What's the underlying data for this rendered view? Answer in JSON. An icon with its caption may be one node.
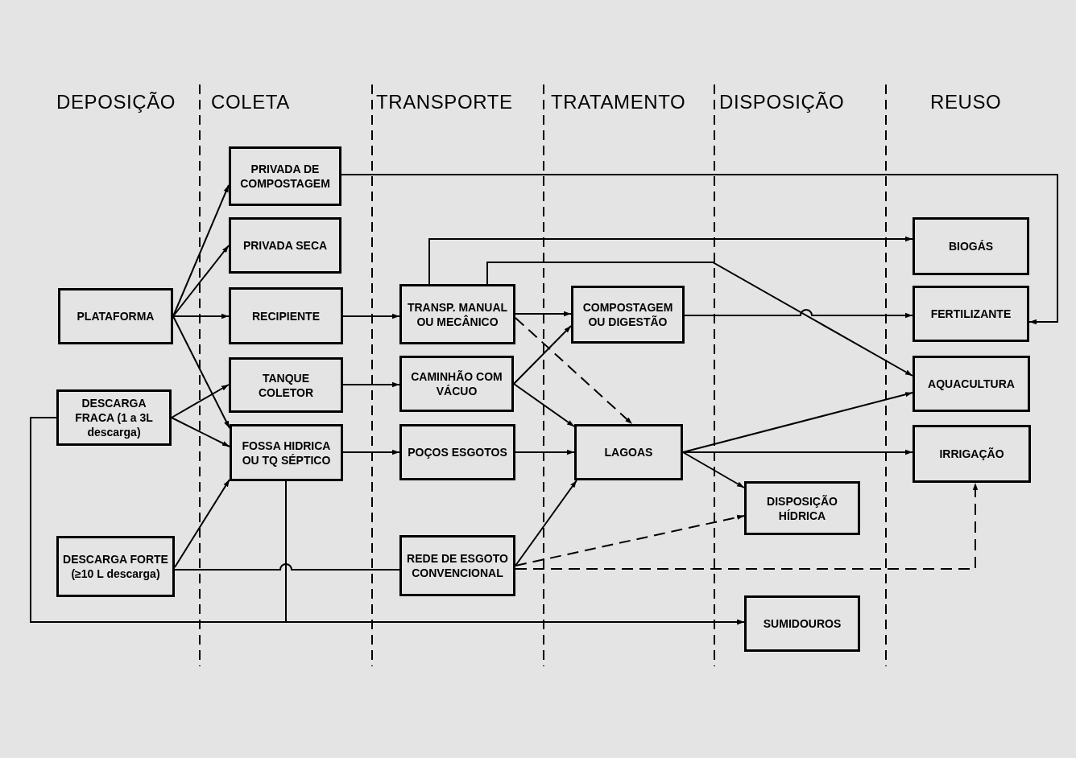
{
  "diagram": {
    "nodes": [
      {
        "text": [
          "PLATAFORMA"
        ]
      },
      {
        "text": [
          "DESCARGA FRACA (1 a 3L descarga)"
        ]
      },
      {
        "text": [
          "DESCARGA FORTE (≥10 L descarga)"
        ]
      },
      {
        "text": [
          "PRIVADA DE COMPOSTAGEM"
        ]
      },
      {
        "text": [
          "PRIVADA SECA"
        ]
      },
      {
        "text": [
          "RECIPIENTE"
        ]
      },
      {
        "text": [
          "TANQUE COLETOR"
        ]
      },
      {
        "text": [
          "FOSSA HIDRICA OU TQ SÉPTICO"
        ]
      },
      {
        "text": [
          "TRANSP. MANUAL OU MECÂNICO"
        ]
      },
      {
        "text": [
          "CAMINHÃO COM VÁCUO"
        ]
      },
      {
        "text": [
          "POÇOS ESGOTOS"
        ]
      },
      {
        "text": [
          "REDE DE ESGOTO CONVENCIONAL"
        ]
      },
      {
        "text": [
          "COMPOSTAGEM OU DIGESTÃO"
        ]
      },
      {
        "text": [
          "LAGOAS"
        ]
      },
      {
        "text": [
          "DISPOSIÇÃO HÍDRICA"
        ]
      },
      {
        "text": [
          "SUMIDOUROS"
        ]
      },
      {
        "text": [
          "BIOGÁS"
        ]
      },
      {
        "text": [
          "FERTILIZANTE"
        ]
      },
      {
        "text": [
          "AQUACULTURA"
        ]
      },
      {
        "text": [
          "IRRIGAÇÃO"
        ]
      }
    ],
    "edges": [
      {
        "from": 0,
        "to": 3,
        "arrow": "to"
      },
      {
        "from": 0,
        "to": 4,
        "arrow": "to"
      },
      {
        "from": 0,
        "to": 5,
        "arrow": "to"
      },
      {
        "from": 0,
        "to": 7,
        "arrow": "to"
      },
      {
        "from": 1,
        "to": 6,
        "arrow": "to"
      },
      {
        "from": 1,
        "to": 7,
        "arrow": "to"
      },
      {
        "from": 1,
        "to": 15,
        "arrow": "to"
      },
      {
        "from": 2,
        "to": 7,
        "arrow": "to"
      },
      {
        "from": 2,
        "to": 11,
        "arrow": "none"
      },
      {
        "from": 7,
        "to": 15,
        "arrow": "to"
      },
      {
        "from": 3,
        "to": 17,
        "arrow": "to"
      },
      {
        "from": 5,
        "to": 8,
        "arrow": "to"
      },
      {
        "from": 6,
        "to": 9,
        "arrow": "to"
      },
      {
        "from": 7,
        "to": 10,
        "arrow": "to"
      },
      {
        "from": 8,
        "to": 12,
        "arrow": "to"
      },
      {
        "from": 8,
        "to": 13,
        "arrow": "to",
        "style": "dashed"
      },
      {
        "from": 8,
        "to": 16,
        "arrow": "to"
      },
      {
        "from": 8,
        "to": 18,
        "arrow": "to"
      },
      {
        "from": 9,
        "to": 12,
        "arrow": "to"
      },
      {
        "from": 9,
        "to": 13,
        "arrow": "to"
      },
      {
        "from": 10,
        "to": 13,
        "arrow": "to"
      },
      {
        "from": 11,
        "to": 13,
        "arrow": "to"
      },
      {
        "from": 11,
        "to": 14,
        "arrow": "to",
        "style": "dashed"
      },
      {
        "from": 11,
        "to": 19,
        "arrow": "to",
        "style": "dashed"
      },
      {
        "from": 12,
        "to": 17,
        "arrow": "to"
      },
      {
        "from": 13,
        "to": 18,
        "arrow": "to"
      },
      {
        "from": 13,
        "to": 19,
        "arrow": "to"
      },
      {
        "from": 13,
        "to": 14,
        "arrow": "to"
      }
    ],
    "labels": [
      "DEPOSIÇÃO",
      "COLETA",
      "TRANSPORTE",
      "TRATAMENTO",
      "DISPOSIÇÃO",
      "REUSO"
    ]
  }
}
